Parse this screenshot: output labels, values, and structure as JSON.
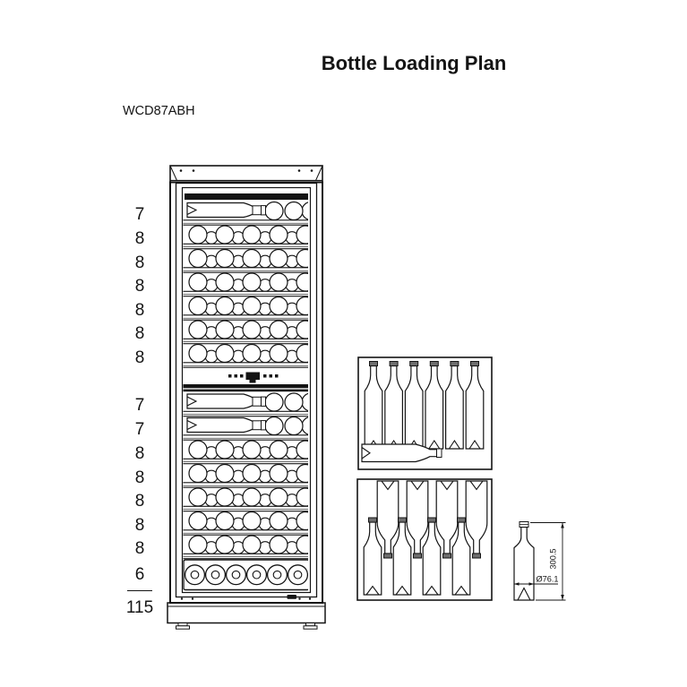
{
  "title": "Bottle Loading Plan",
  "model": "WCD87ABH",
  "loading_plan": {
    "row_counts": [
      "7",
      "8",
      "8",
      "8",
      "8",
      "8",
      "8",
      "7",
      "7",
      "8",
      "8",
      "8",
      "8",
      "8",
      "6"
    ],
    "total": "115"
  },
  "bottle_dimensions": {
    "height": "300.5",
    "diameter": "Ø76.1"
  }
}
